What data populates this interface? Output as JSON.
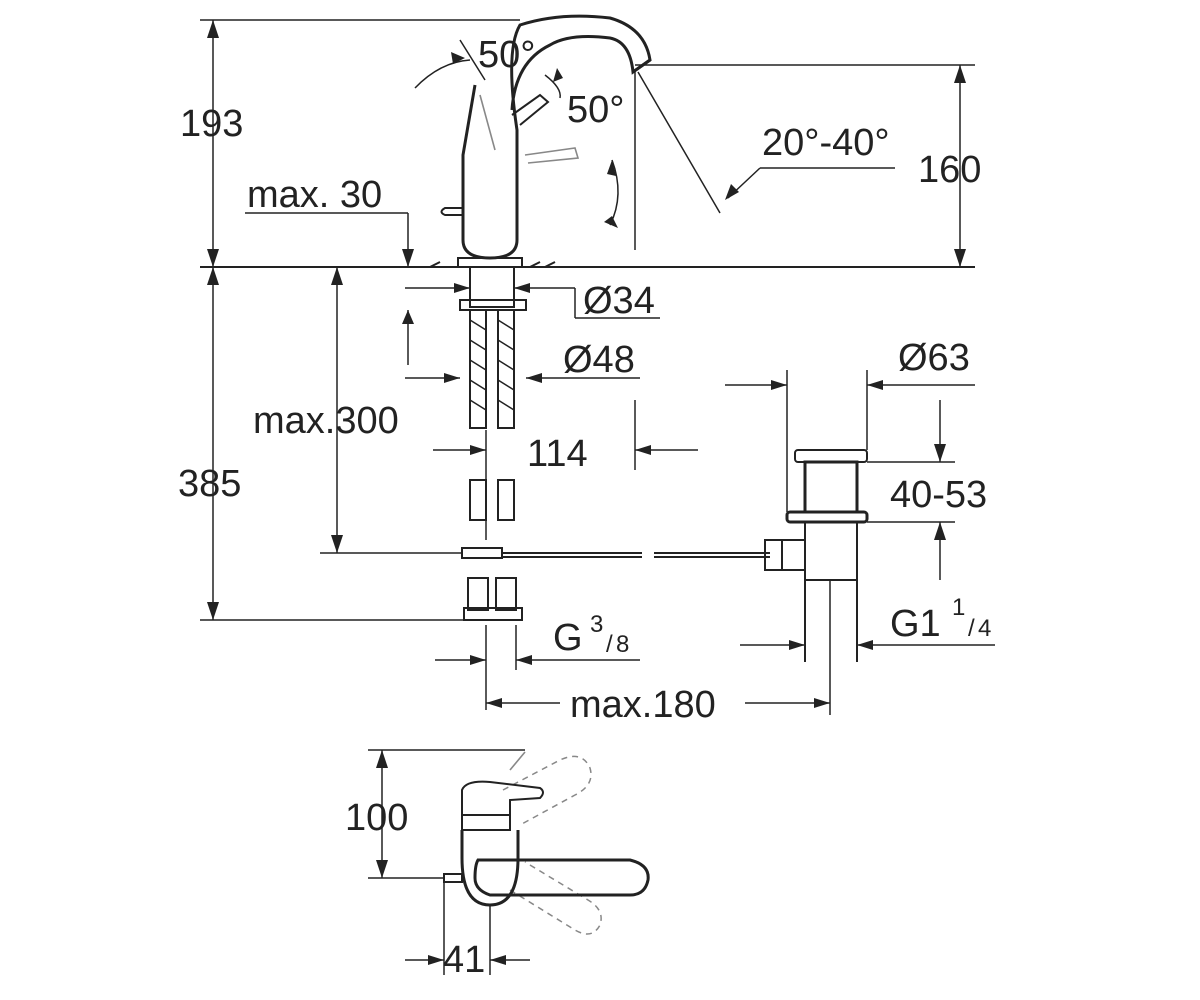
{
  "dimensions": {
    "height_total": "193",
    "spout_height": "160",
    "swivel_angle": "50°",
    "handle_angle": "50°",
    "aerator_angle": "20°-40°",
    "max_deck_thickness": "max. 30",
    "max_pipe_length": "max.300",
    "installation_depth": "385",
    "shank_diameter": "Ø34",
    "base_diameter": "Ø48",
    "center_distance": "114",
    "waste_diameter": "Ø63",
    "waste_range": "40-53",
    "waste_thread_main": "G1",
    "waste_thread_num": "1",
    "waste_thread_den": "4",
    "supply_thread_main": "G",
    "supply_thread_num": "3",
    "supply_thread_den": "8",
    "max_horizontal": "max.180",
    "handle_depth": "100",
    "handle_offset": "41"
  }
}
